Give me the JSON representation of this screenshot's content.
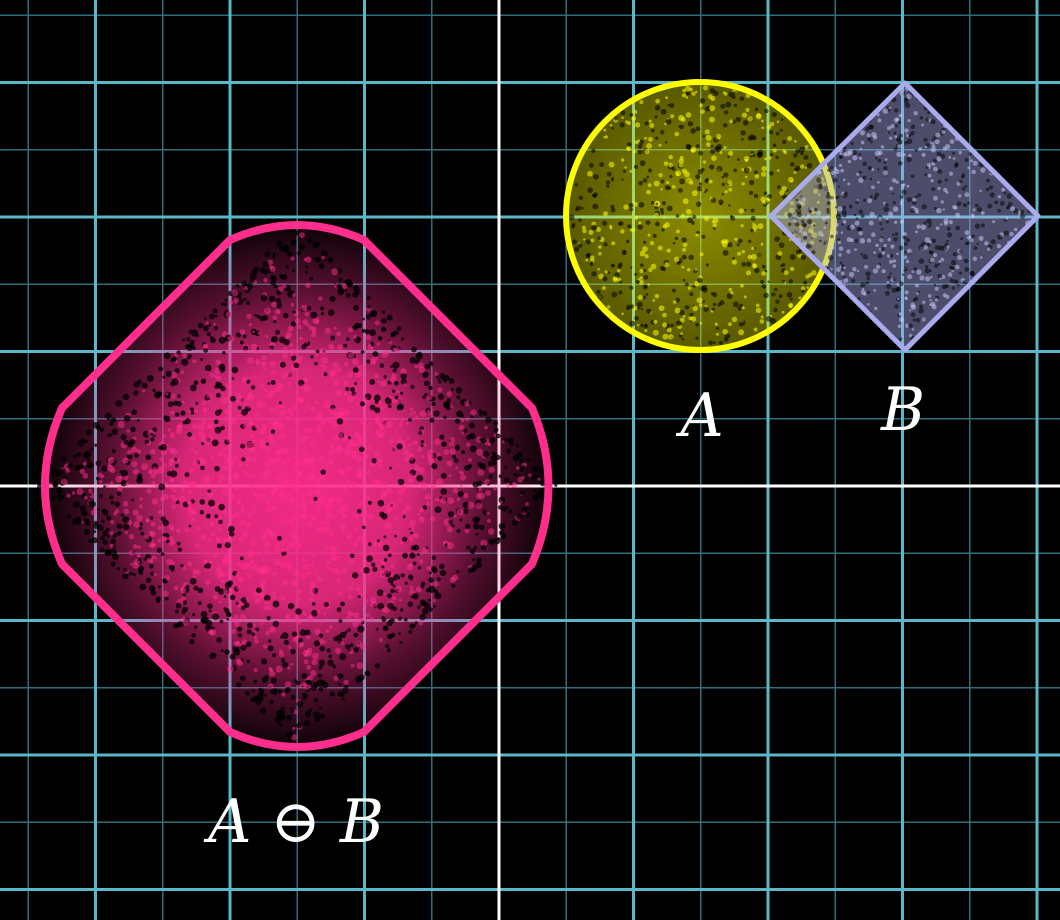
{
  "colors": {
    "background": "#000000",
    "grid_major": "#5bb8c8",
    "grid_minor": "#2f6f7a",
    "axes": "#ffffff",
    "shape_a": "#ffff00",
    "shape_b": "#aaaaee",
    "sum": "#ff2d8c"
  },
  "shapes": {
    "a": {
      "kind": "disk",
      "label": "A"
    },
    "b": {
      "kind": "diamond",
      "label": "B"
    },
    "sum": {
      "kind": "rounded-diamond",
      "label": "A ⊖ B"
    }
  }
}
